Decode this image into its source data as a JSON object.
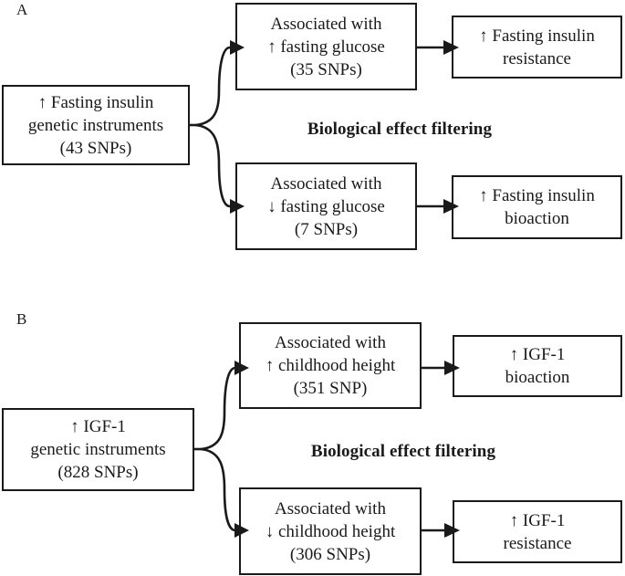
{
  "figure": {
    "panels": [
      {
        "label": "A",
        "filter_label": "Biological effect filtering",
        "source": {
          "lines": [
            "↑ Fasting insulin",
            "genetic instruments",
            "(43 SNPs)"
          ]
        },
        "branches": [
          {
            "middle": {
              "lines": [
                "Associated with",
                "↑ fasting glucose",
                "(35 SNPs)"
              ]
            },
            "outcome": {
              "lines": [
                "↑ Fasting insulin",
                "resistance"
              ]
            }
          },
          {
            "middle": {
              "lines": [
                "Associated with",
                "↓ fasting glucose",
                "(7 SNPs)"
              ]
            },
            "outcome": {
              "lines": [
                "↑ Fasting insulin",
                "bioaction"
              ]
            }
          }
        ]
      },
      {
        "label": "B",
        "filter_label": "Biological effect filtering",
        "source": {
          "lines": [
            "↑ IGF-1",
            "genetic instruments",
            "(828 SNPs)"
          ]
        },
        "branches": [
          {
            "middle": {
              "lines": [
                "Associated with",
                "↑ childhood height",
                "(351 SNP)"
              ]
            },
            "outcome": {
              "lines": [
                "↑ IGF-1",
                "bioaction"
              ]
            }
          },
          {
            "middle": {
              "lines": [
                "Associated with",
                "↓ childhood height",
                "(306 SNPs)"
              ]
            },
            "outcome": {
              "lines": [
                "↑ IGF-1",
                "resistance"
              ]
            }
          }
        ]
      }
    ],
    "colors": {
      "stroke": "#1a1a1a",
      "background": "#ffffff"
    }
  }
}
